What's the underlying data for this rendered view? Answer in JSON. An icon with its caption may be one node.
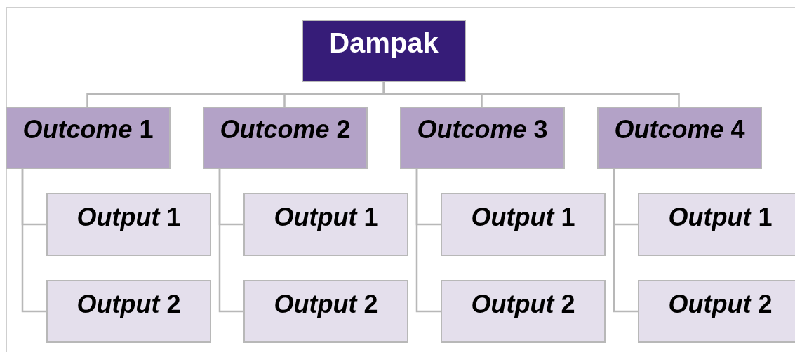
{
  "diagram": {
    "nodes": [
      {
        "text": [
          "Dampak"
        ]
      },
      {
        "text": [
          "*Outcome* 1"
        ]
      },
      {
        "text": [
          "*Output* 1"
        ]
      },
      {
        "text": [
          "*Output* 2"
        ]
      },
      {
        "text": [
          "*Outcome* 2"
        ]
      },
      {
        "text": [
          "*Output* 1"
        ]
      },
      {
        "text": [
          "*Output* 2"
        ]
      },
      {
        "text": [
          "*Outcome* 3"
        ]
      },
      {
        "text": [
          "*Output* 1"
        ]
      },
      {
        "text": [
          "*Output* 2"
        ]
      },
      {
        "text": [
          "*Outcome* 4"
        ]
      },
      {
        "text": [
          "*Output* 1"
        ]
      },
      {
        "text": [
          "*Output* 2"
        ]
      }
    ],
    "edges": [
      {
        "from": 0,
        "to": 1,
        "arrow": "none"
      },
      {
        "from": 0,
        "to": 4,
        "arrow": "none"
      },
      {
        "from": 0,
        "to": 7,
        "arrow": "none"
      },
      {
        "from": 0,
        "to": 10,
        "arrow": "none"
      },
      {
        "from": 1,
        "to": 2,
        "arrow": "none"
      },
      {
        "from": 1,
        "to": 3,
        "arrow": "none"
      },
      {
        "from": 4,
        "to": 5,
        "arrow": "none"
      },
      {
        "from": 4,
        "to": 6,
        "arrow": "none"
      },
      {
        "from": 7,
        "to": 8,
        "arrow": "none"
      },
      {
        "from": 7,
        "to": 9,
        "arrow": "none"
      },
      {
        "from": 10,
        "to": 11,
        "arrow": "none"
      },
      {
        "from": 10,
        "to": 12,
        "arrow": "none"
      }
    ]
  }
}
